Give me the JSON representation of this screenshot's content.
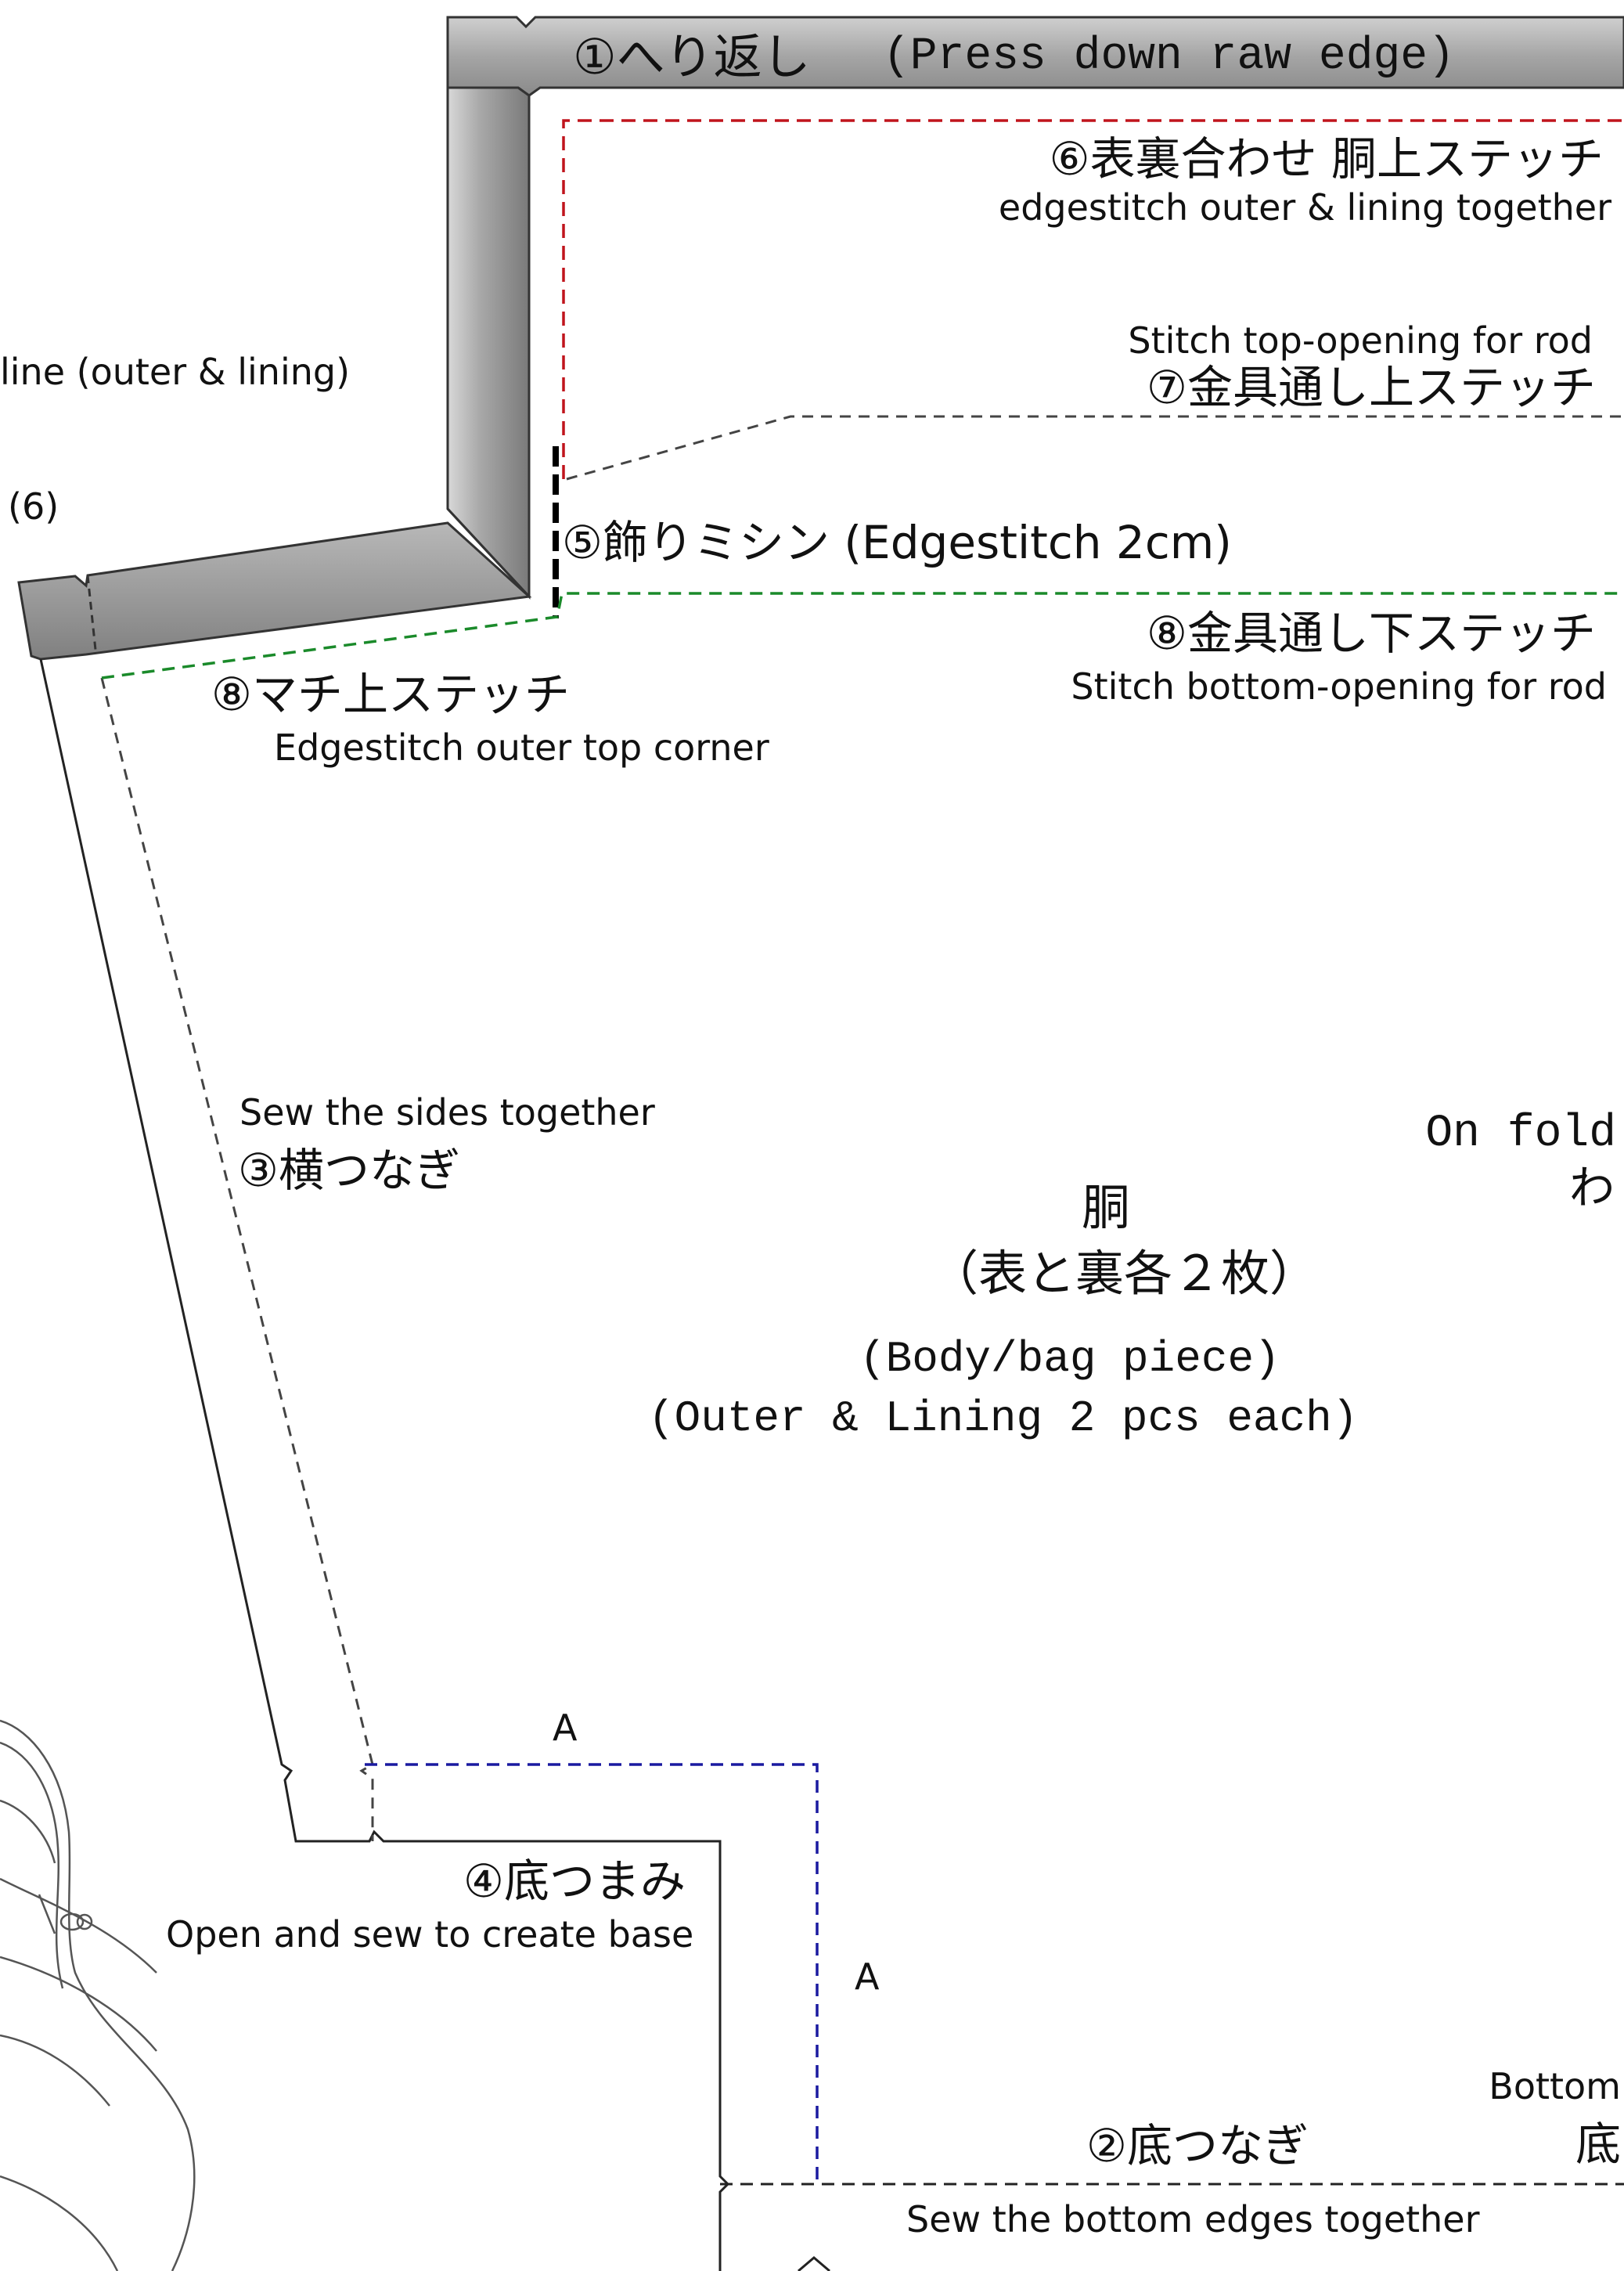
{
  "labels": {
    "press_jp": "①へり返し",
    "press_en": "(Press down raw edge)",
    "s6_jp": "⑥表裏合わせ 胴上ステッチ",
    "s6_en": "edgestitch outer & lining together",
    "line_en": "line (outer & lining)",
    "s7_en": "Stitch top-opening for rod",
    "s7_jp": "⑦金具通し上ステッチ",
    "paren6": "(6)",
    "s5": "⑤飾りミシン (Edgestitch 2cm)",
    "s8_jp": "⑧金具通し下ステッチ",
    "s8_en": "Stitch bottom-opening for rod",
    "s8b_jp": "⑧マチ上ステッチ",
    "s8b_en": "Edgestitch outer top corner",
    "s3_en": "Sew the sides together",
    "s3_jp": "③横つなぎ",
    "fold_en": "On fold",
    "fold_jp": "わ",
    "body_jp": "胴",
    "body_jp2": "（表と裏各２枚）",
    "body_en": "(Body/bag piece)",
    "body_en2": "(Outer & Lining 2 pcs each)",
    "a_top": "A",
    "a_side": "A",
    "s4_jp": "④底つまみ",
    "s4_en": "Open and sew to create base",
    "bottom_en": "Bottom",
    "bottom_jp": "底",
    "s2_jp": "②底つなぎ",
    "s2_en": "Sew the bottom edges together"
  },
  "colors": {
    "red_stitch": "#c0141c",
    "green_stitch": "#1a8a2a",
    "blue_stitch": "#1a1aa0",
    "gray_stitch": "#444444",
    "fold_fill": "#9a9a9a"
  }
}
